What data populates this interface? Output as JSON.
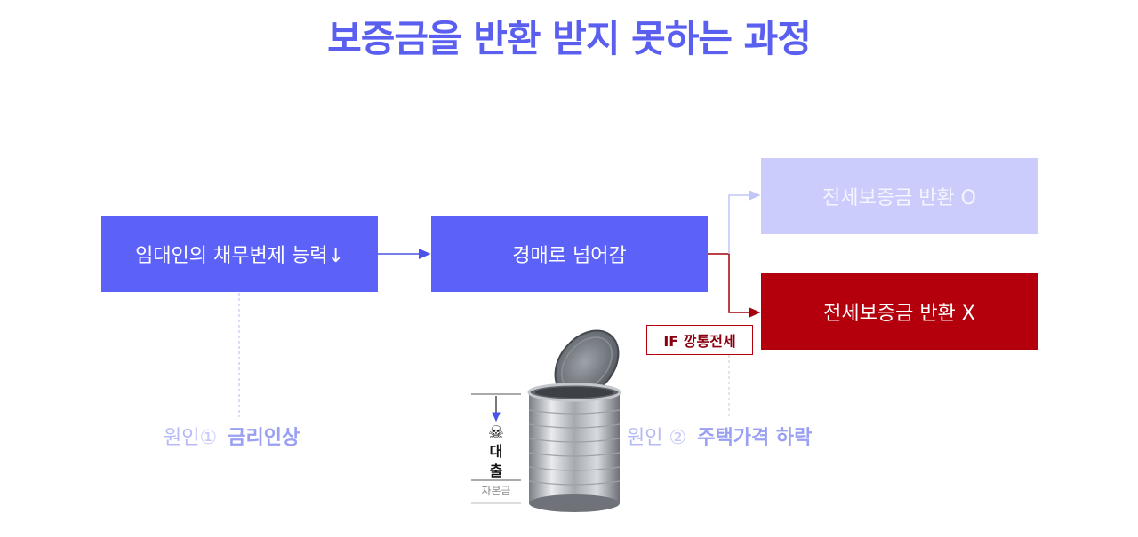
{
  "title": "보증금을 반환 받지 못하는 과정",
  "flow": {
    "step1": "임대인의 채무변제 능력↓",
    "step2": "경매로 넘어감",
    "outcome_o": "전세보증금 반환 O",
    "outcome_x": "전세보증금 반환 X",
    "condition": "IF 깡통전세"
  },
  "causes": [
    {
      "label": "원인",
      "number": "①",
      "keyword": "금리인상"
    },
    {
      "label": "원인",
      "number": "②",
      "keyword": "주택가격 하락"
    }
  ],
  "can_illustration": {
    "skull_icon": "☠",
    "loan_label_1": "대",
    "loan_label_2": "출",
    "equity_label": "자본금"
  },
  "colors": {
    "primary": "#5c62f8",
    "muted": "#ccccfc",
    "danger": "#b3000c"
  }
}
